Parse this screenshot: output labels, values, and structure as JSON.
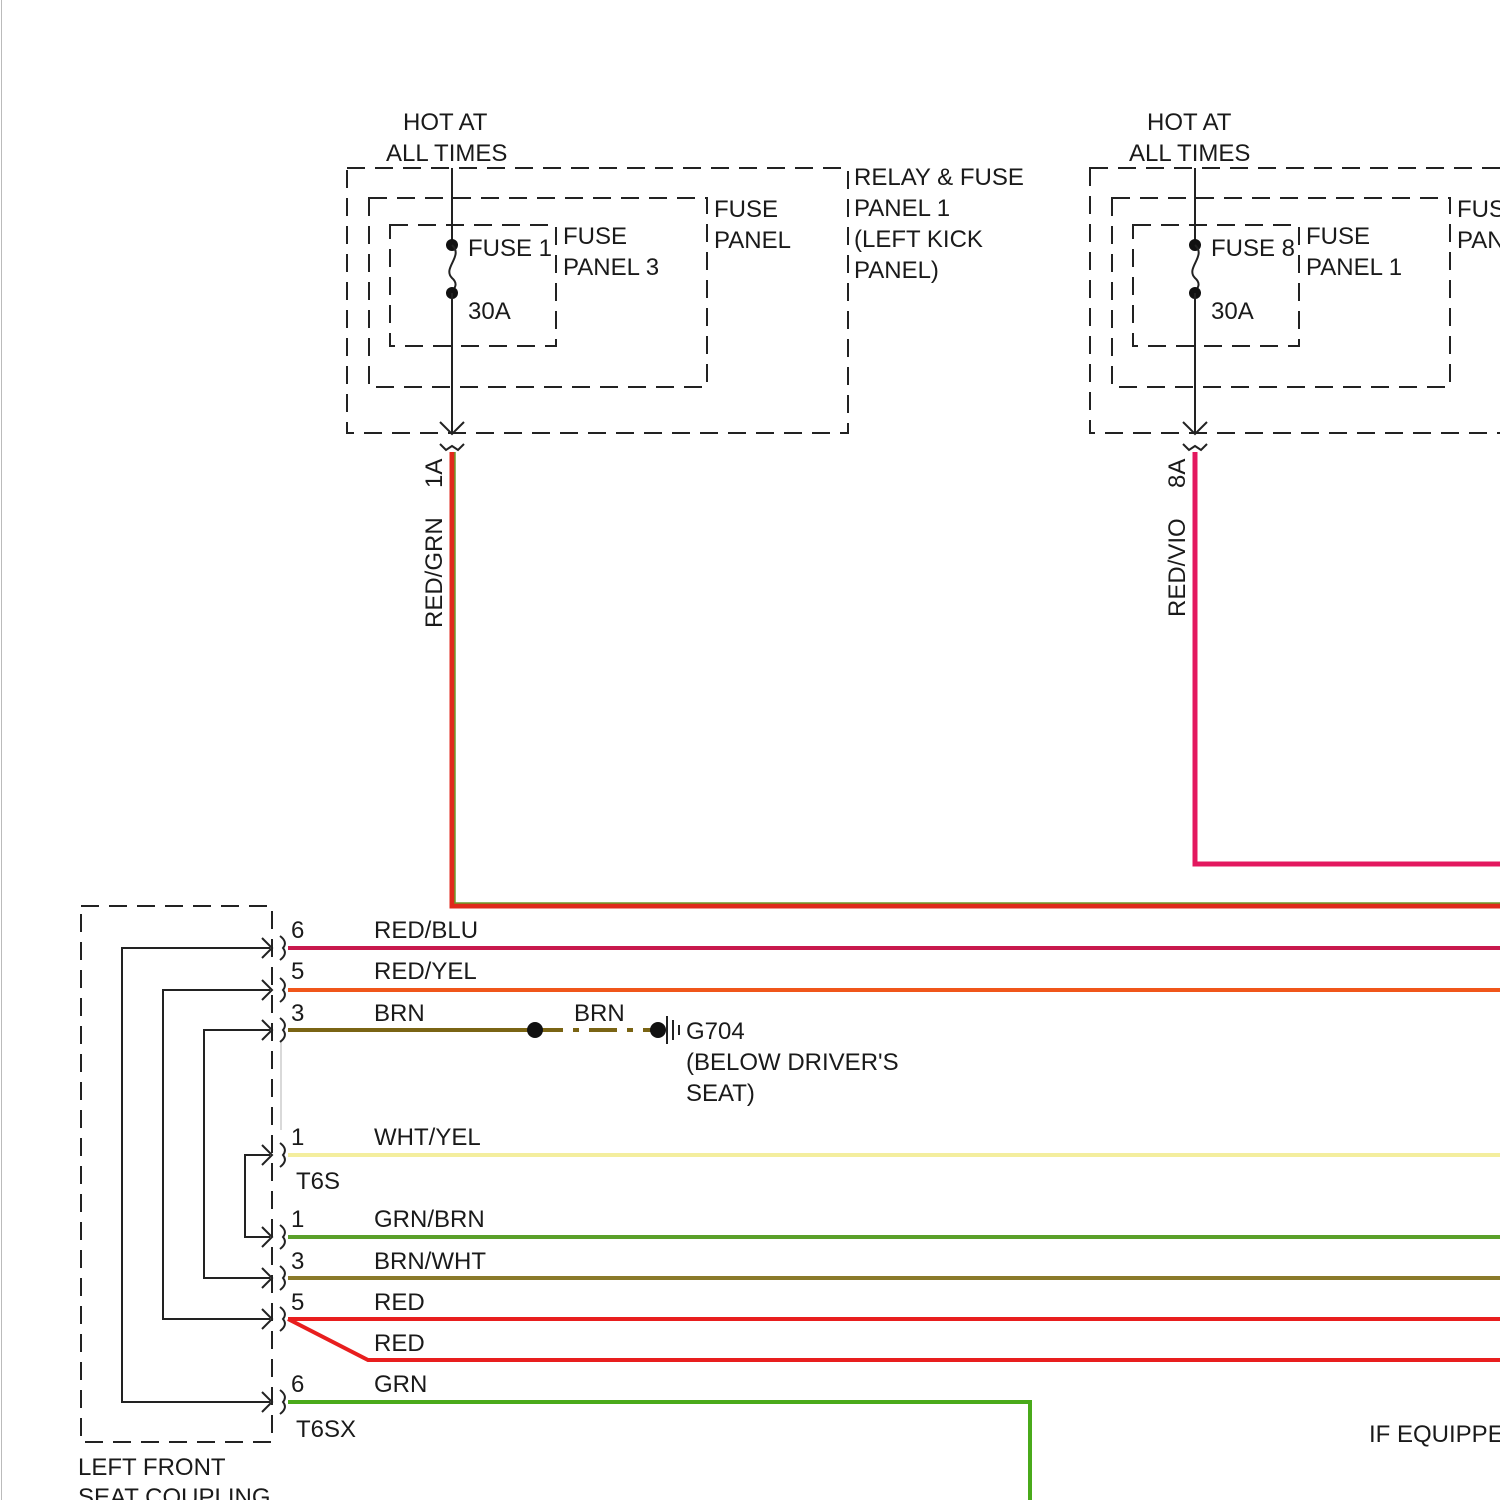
{
  "colors": {
    "red_grn": "#e02a1c",
    "red_grn_trace": "#6f9a2a",
    "red_vio": "#e3185f",
    "red_blu": "#c8194d",
    "red_yel": "#f0561a",
    "brn": "#7a6414",
    "wht_yel": "#f4ee9e",
    "grn_brn": "#5aa02a",
    "brn_wht": "#8a7a2a",
    "red": "#e81e1e",
    "grn": "#4aaa1a",
    "line": "#222222"
  },
  "left_power": {
    "hot_line1": "HOT AT",
    "hot_line2": "ALL TIMES",
    "fuse_name": "FUSE 1",
    "fuse_rating": "30A",
    "inner_panel_line1": "FUSE",
    "inner_panel_line2": "PANEL 3",
    "mid_panel_line1": "FUSE",
    "mid_panel_line2": "PANEL",
    "outer_panel_line1": "RELAY & FUSE",
    "outer_panel_line2": "PANEL 1",
    "outer_panel_line3": "(LEFT KICK",
    "outer_panel_line4": "PANEL)",
    "pin": "1A",
    "wire_color": "RED/GRN"
  },
  "right_power": {
    "hot_line1": "HOT AT",
    "hot_line2": "ALL TIMES",
    "fuse_name": "FUSE 8",
    "fuse_rating": "30A",
    "inner_panel_line1": "FUSE",
    "inner_panel_line2": "PANEL 1",
    "mid_panel_line1": "FUS",
    "mid_panel_line2": "PAN",
    "pin": "8A",
    "wire_color": "RED/VIO"
  },
  "connector_upper": {
    "name": "T6S",
    "pins": [
      {
        "pin": "6",
        "wire": "RED/BLU"
      },
      {
        "pin": "5",
        "wire": "RED/YEL"
      },
      {
        "pin": "3",
        "wire": "BRN"
      },
      {
        "pin": "1",
        "wire": "WHT/YEL"
      }
    ]
  },
  "ground": {
    "wire": "BRN",
    "name": "G704",
    "location_line1": "(BELOW DRIVER'S",
    "location_line2": "SEAT)"
  },
  "connector_lower": {
    "name": "T6SX",
    "pins": [
      {
        "pin": "1",
        "wire": "GRN/BRN"
      },
      {
        "pin": "3",
        "wire": "BRN/WHT"
      },
      {
        "pin": "5",
        "wire": "RED"
      },
      {
        "pin": "",
        "wire": "RED"
      },
      {
        "pin": "6",
        "wire": "GRN"
      }
    ]
  },
  "coupling": {
    "label_line1": "LEFT FRONT",
    "label_line2": "SEAT COUPLING"
  },
  "note": "IF EQUIPPE"
}
